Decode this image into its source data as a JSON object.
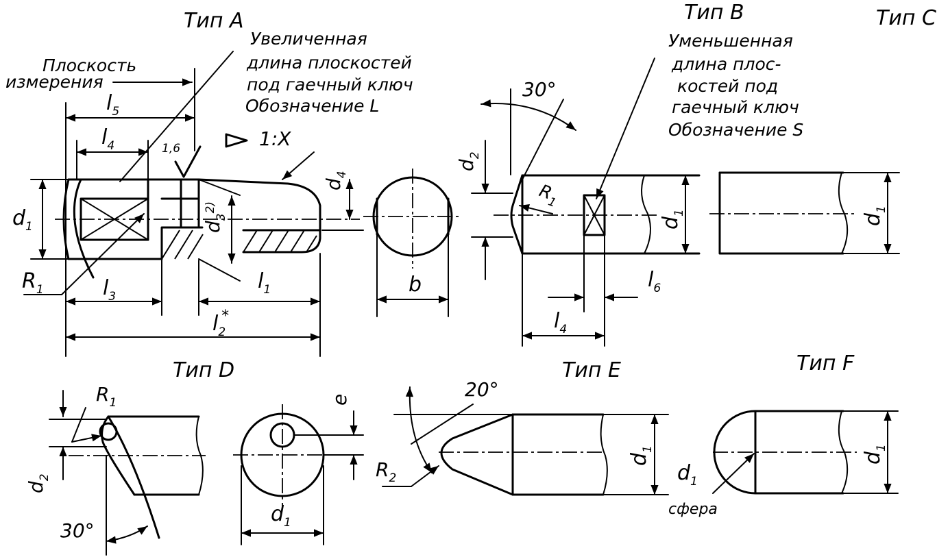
{
  "titles": {
    "type_a": "Тип А",
    "type_b": "Тип В",
    "type_c": "Тип С",
    "type_d": "Тип D",
    "type_e": "Тип E",
    "type_f": "Тип F"
  },
  "notes": {
    "type_a": [
      "Увеличенная",
      "длина плоскостей",
      "под гаечный ключ",
      "Обозначение L"
    ],
    "type_b": [
      "Уменьшенная",
      "длина плос-",
      "костей  под",
      "гаечный ключ",
      "Обозначение S"
    ],
    "measurement_plane": [
      "Плоскость",
      "измерения"
    ],
    "sphere": "сфера"
  },
  "dimensions": {
    "d1": "d",
    "d1_sub": "1",
    "d2": "d",
    "d2_sub": "2",
    "d3": "d",
    "d3_sub": "3",
    "d3_sup": "2)",
    "d4": "d",
    "d4_sub": "4",
    "l1": "l",
    "l1_sub": "1",
    "l2": "l",
    "l2_sub": "2",
    "l2_star": "*",
    "l3": "l",
    "l3_sub": "3",
    "l4": "l",
    "l4_sub": "4",
    "l5": "l",
    "l5_sub": "5",
    "l6": "l",
    "l6_sub": "6",
    "R1": "R",
    "R1_sub": "1",
    "R2": "R",
    "R2_sub": "2",
    "b": "b",
    "e": "e",
    "roughness": "1,6",
    "taper": "1:X",
    "angle_30": "30°",
    "angle_20": "20°"
  }
}
